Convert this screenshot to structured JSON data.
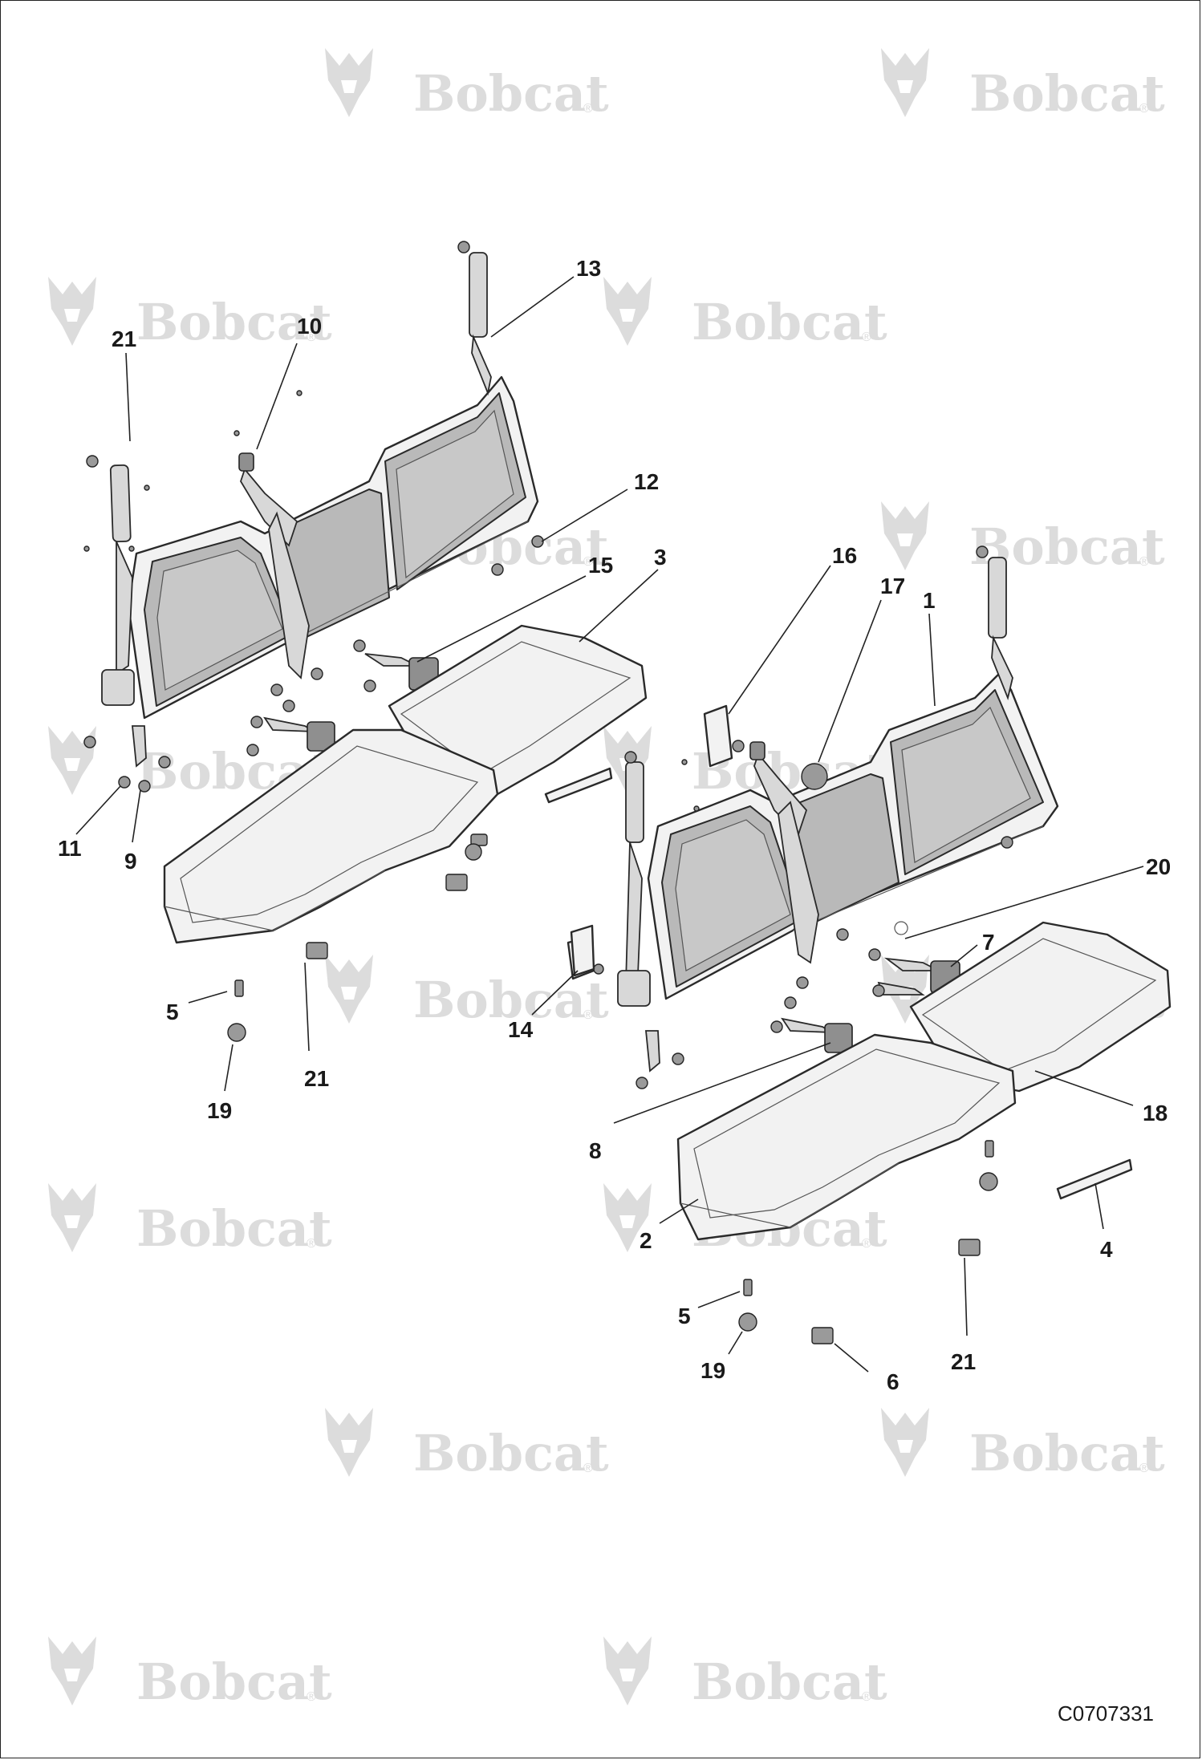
{
  "watermark": {
    "brand": "Bobcat",
    "reg_mark": "®"
  },
  "drawing_code": "C0707331",
  "callouts": [
    {
      "id": "c21a",
      "label": "21"
    },
    {
      "id": "c10",
      "label": "10"
    },
    {
      "id": "c13",
      "label": "13"
    },
    {
      "id": "c12",
      "label": "12"
    },
    {
      "id": "c15",
      "label": "15"
    },
    {
      "id": "c3",
      "label": "3"
    },
    {
      "id": "c16",
      "label": "16"
    },
    {
      "id": "c17",
      "label": "17"
    },
    {
      "id": "c1",
      "label": "1"
    },
    {
      "id": "c11",
      "label": "11"
    },
    {
      "id": "c9",
      "label": "9"
    },
    {
      "id": "c20",
      "label": "20"
    },
    {
      "id": "c7",
      "label": "7"
    },
    {
      "id": "c5a",
      "label": "5"
    },
    {
      "id": "c14",
      "label": "14"
    },
    {
      "id": "c21b",
      "label": "21"
    },
    {
      "id": "c19a",
      "label": "19"
    },
    {
      "id": "c18",
      "label": "18"
    },
    {
      "id": "c8",
      "label": "8"
    },
    {
      "id": "c2",
      "label": "2"
    },
    {
      "id": "c4",
      "label": "4"
    },
    {
      "id": "c5b",
      "label": "5"
    },
    {
      "id": "c21c",
      "label": "21"
    },
    {
      "id": "c19b",
      "label": "19"
    },
    {
      "id": "c6",
      "label": "6"
    }
  ]
}
